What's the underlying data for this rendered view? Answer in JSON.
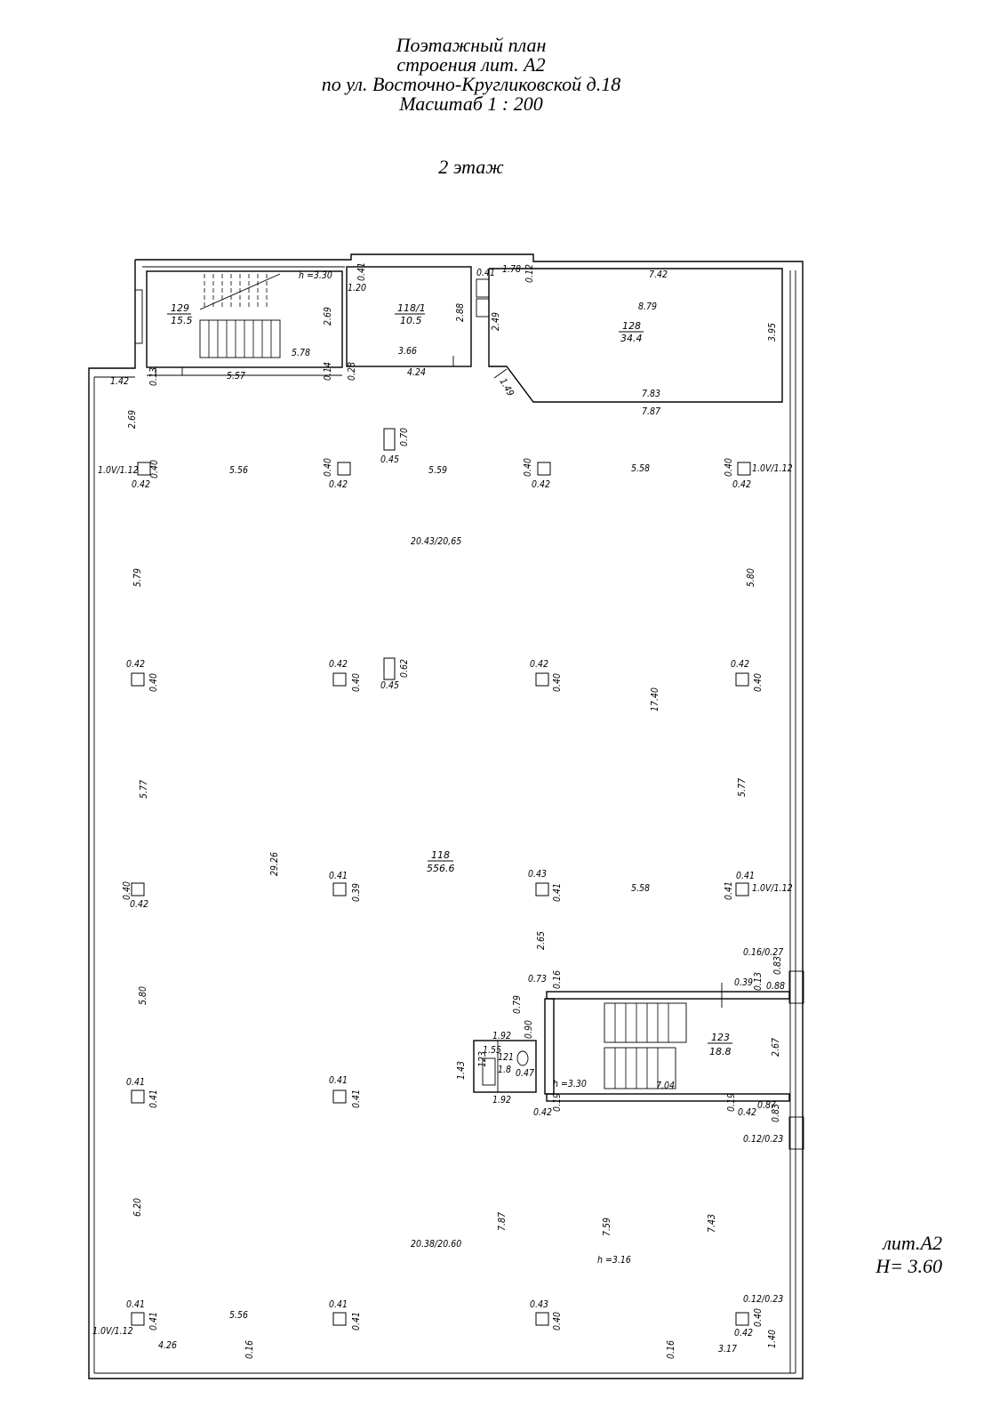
{
  "title": {
    "line1": "Поэтажный план",
    "line2": "строения лит. А2",
    "line3": "по ул. Восточно-Кругликовской д.18",
    "line4": "Масштаб   1 : 200",
    "floor": "2  этаж"
  },
  "lit": {
    "name": "лит.А2",
    "height": "H= 3.60"
  },
  "rooms": [
    {
      "number": "129",
      "area": "15.5"
    },
    {
      "number": "118/1",
      "area": "10.5"
    },
    {
      "number": "128",
      "area": "34.4"
    },
    {
      "number": "118",
      "area": "556.6"
    },
    {
      "number": "123",
      "area": "18.8"
    },
    {
      "number": "121",
      "area": "1.8"
    },
    {
      "number": "123",
      "area": ""
    }
  ],
  "heights": {
    "h_stair_top": "h =3.30",
    "h_stair_bottom": "h =3.30",
    "h_hall": "h =3.16"
  },
  "dimensions": {
    "d578": "5.78",
    "d269a": "2.69",
    "d041a": "0.41",
    "d120": "1.20",
    "d288": "2.88",
    "d366": "3.66",
    "d424": "4.24",
    "d557": "5.57",
    "d142": "1.42",
    "d013": "0.13",
    "d014": "0.14",
    "d028": "0.28",
    "d041b": "0.41",
    "d178": "1.78",
    "d012": "0.12",
    "d742": "7.42",
    "d879": "8.79",
    "d395": "3.95",
    "d249": "2.49",
    "d149": "1.49",
    "d783": "7.83",
    "d787": "7.87",
    "d269b": "2.69",
    "d070": "0.70",
    "d045a": "0.45",
    "d556a": "5.56",
    "d559": "5.59",
    "d558a": "5.58",
    "d2043": "20.43/20,65",
    "d579": "5.79",
    "d580a": "5.80",
    "d062": "0.62",
    "d045b": "0.45",
    "d1740": "17.40",
    "d577a": "5.77",
    "d577b": "5.77",
    "d2926": "29.26",
    "d558b": "5.58",
    "d265": "2.65",
    "d580b": "5.80",
    "d016_027": "0.16/0.27",
    "d083a": "0.83",
    "d039": "0.39",
    "d013b": "0.13",
    "d088": "0.88",
    "d073": "0.73",
    "d016a": "0.16",
    "d079": "0.79",
    "d090": "0.90",
    "d192a": "1.92",
    "d192b": "1.92",
    "d143": "1.43",
    "d155": "1.55",
    "d047": "0.47",
    "d704": "7.04",
    "d267": "2.67",
    "d042b": "0.42",
    "d019": "0.19",
    "d087": "0.87",
    "d083b": "0.83",
    "d012_023a": "0.12/0.23",
    "d620": "6.20",
    "d787b": "7.87",
    "d759": "7.59",
    "d743": "7.43",
    "d2038": "20.38/20.60",
    "d556b": "5.56",
    "d426": "4.26",
    "d016b": "0.16",
    "d016c": "0.16",
    "d317": "3.17",
    "d012_023b": "0.12/0.23",
    "d140": "1.40",
    "d040": "0.40",
    "c_10v": "1.0V/1.12",
    "c_042": "0.42",
    "c_040": "0.40",
    "c_041": "0.41",
    "c_039": "0.39",
    "c_043": "0.43"
  }
}
